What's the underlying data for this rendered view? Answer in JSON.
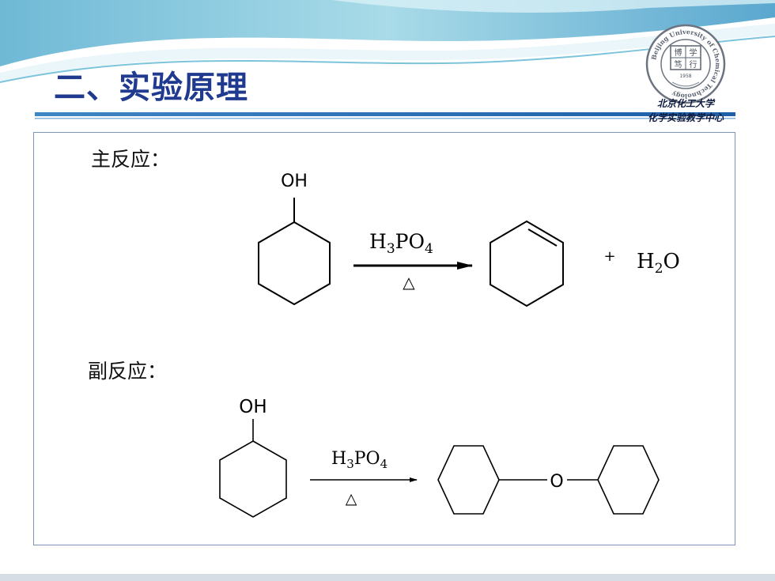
{
  "slide": {
    "title": "二、实验原理",
    "institution_line1": "北京化工大学",
    "institution_line2": "化学实验教学中心",
    "logo": {
      "icon": "university-seal-icon",
      "ring_text": "Beijing University of Chemical Technology",
      "seal_chars": [
        "博",
        "学",
        "笃",
        "行"
      ],
      "year": "1958"
    }
  },
  "main_reaction": {
    "heading": "主反应：",
    "reactant_group": "OH",
    "catalyst_H": "H",
    "catalyst_H_sub": "3",
    "catalyst_PO": "PO",
    "catalyst_PO_sub": "4",
    "condition": "△",
    "plus": "+",
    "byproduct_H": "H",
    "byproduct_sub": "2",
    "byproduct_O": "O"
  },
  "side_reaction": {
    "heading": "副反应：",
    "reactant_group": "OH",
    "catalyst_H": "H",
    "catalyst_H_sub": "3",
    "catalyst_PO": "PO",
    "catalyst_PO_sub": "4",
    "condition": "△",
    "ether_oxygen": "O"
  },
  "colors": {
    "title": "#1f3a8f",
    "accent_blue": "#2f6fb6",
    "wave_light": "#b9e3ee",
    "border": "#7f95b8"
  }
}
